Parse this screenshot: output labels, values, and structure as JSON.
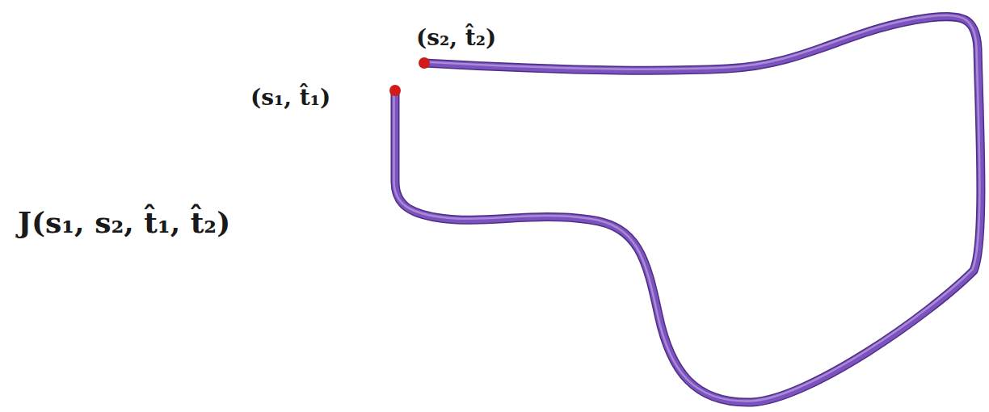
{
  "diagram": {
    "labels": [
      "(s₂, t̂₂)",
      "(s₁, t̂₁)",
      "J(s₁, s₂, t̂₁, t̂₂)"
    ]
  }
}
